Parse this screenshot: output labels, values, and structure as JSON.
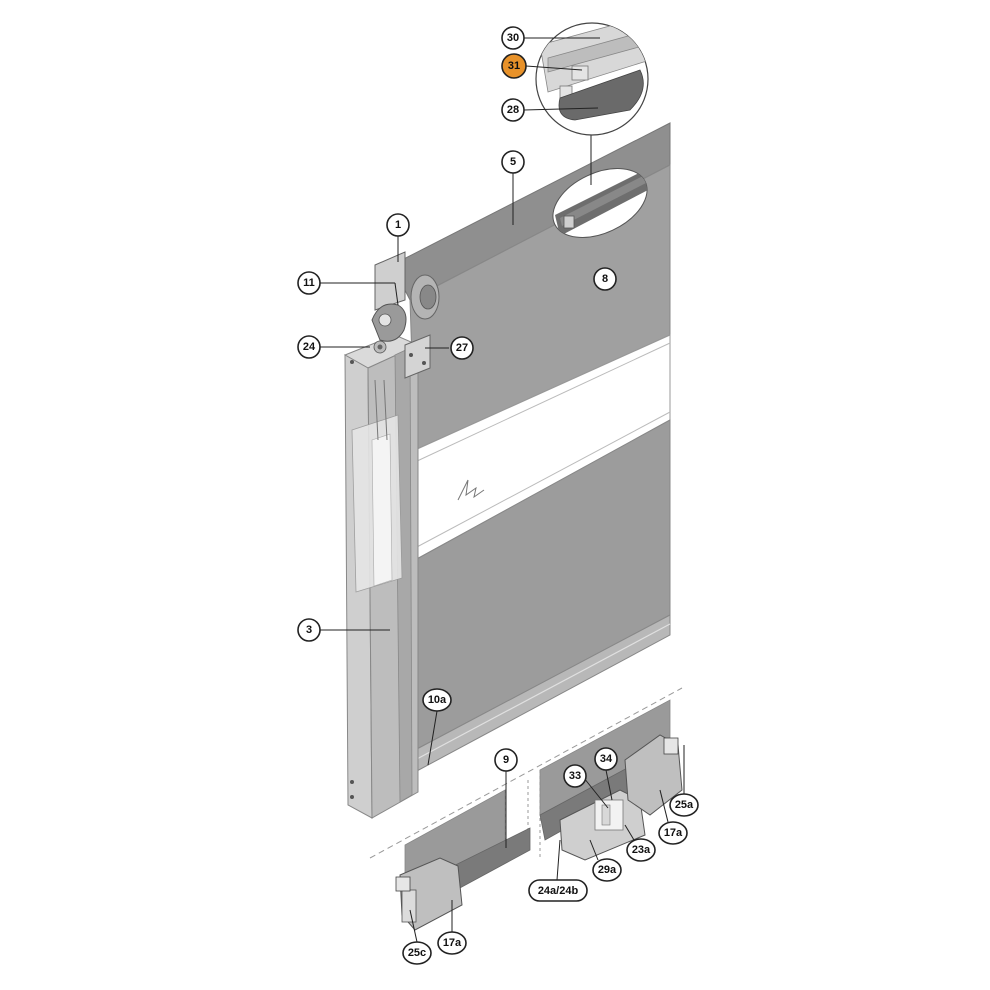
{
  "colors": {
    "curtain": "#9c9c9c",
    "curtain_dark": "#8a8a8a",
    "window_panel": "#ffffff",
    "frame": "#c8c8c8",
    "frame_dark": "#a9a9a9",
    "highlight_callout": "#e8922a"
  },
  "callouts": [
    {
      "id": "c30",
      "label": "30"
    },
    {
      "id": "c31",
      "label": "31"
    },
    {
      "id": "c28",
      "label": "28"
    },
    {
      "id": "c5",
      "label": "5"
    },
    {
      "id": "c1",
      "label": "1"
    },
    {
      "id": "c8",
      "label": "8"
    },
    {
      "id": "c11",
      "label": "11"
    },
    {
      "id": "c24",
      "label": "24"
    },
    {
      "id": "c27",
      "label": "27"
    },
    {
      "id": "c3",
      "label": "3"
    },
    {
      "id": "c10a",
      "label": "10a"
    },
    {
      "id": "c9",
      "label": "9"
    },
    {
      "id": "c34",
      "label": "34"
    },
    {
      "id": "c33",
      "label": "33"
    },
    {
      "id": "c25a",
      "label": "25a"
    },
    {
      "id": "c17a_r",
      "label": "17a"
    },
    {
      "id": "c23a",
      "label": "23a"
    },
    {
      "id": "c29a",
      "label": "29a"
    },
    {
      "id": "c24a24b",
      "label": "24a/24b"
    },
    {
      "id": "c25c",
      "label": "25c"
    },
    {
      "id": "c17a_l",
      "label": "17a"
    }
  ]
}
